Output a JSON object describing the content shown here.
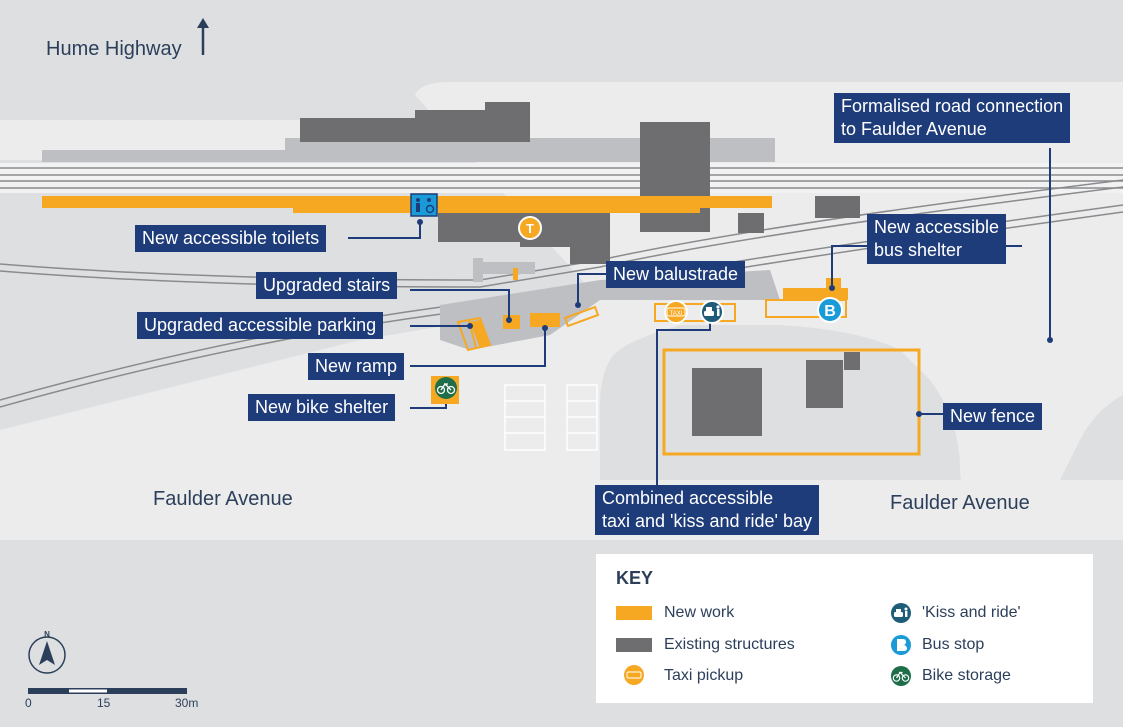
{
  "map": {
    "labels": {
      "hume_highway": "Hume Highway",
      "faulder_west": "Faulder Avenue",
      "faulder_east": "Faulder Avenue"
    },
    "callouts": {
      "road_connection_1": "Formalised road connection",
      "road_connection_2": "to Faulder Avenue",
      "bus_shelter_1": "New accessible",
      "bus_shelter_2": "bus shelter",
      "toilets": "New accessible toilets",
      "balustrade": "New balustrade",
      "stairs": "Upgraded stairs",
      "parking": "Upgraded accessible parking",
      "ramp": "New ramp",
      "bike_shelter": "New bike shelter",
      "fence": "New fence",
      "taxi_bay_1": "Combined accessible",
      "taxi_bay_2": "taxi and 'kiss and ride' bay"
    },
    "icons": {
      "train_station_letter": "T",
      "bus_stop_letter": "B",
      "taxi_text": "TAXI"
    },
    "colors": {
      "new_work": "#f7a823",
      "existing": "#6e6e70",
      "callout_bg": "#1f3c7a",
      "bus_blue": "#1a9bd7",
      "bike_green": "#1e6e49"
    }
  },
  "key": {
    "title": "KEY",
    "items": [
      {
        "label": "New work",
        "icon": "new-work-swatch"
      },
      {
        "label": "Existing structures",
        "icon": "existing-swatch"
      },
      {
        "label": "Taxi pickup",
        "icon": "taxi-icon"
      },
      {
        "label": "'Kiss and ride'",
        "icon": "kiss-and-ride-icon"
      },
      {
        "label": "Bus stop",
        "icon": "bus-stop-icon"
      },
      {
        "label": "Bike storage",
        "icon": "bike-icon"
      }
    ]
  },
  "scale": {
    "ticks": [
      "0",
      "15",
      "30m"
    ],
    "north": "N"
  }
}
